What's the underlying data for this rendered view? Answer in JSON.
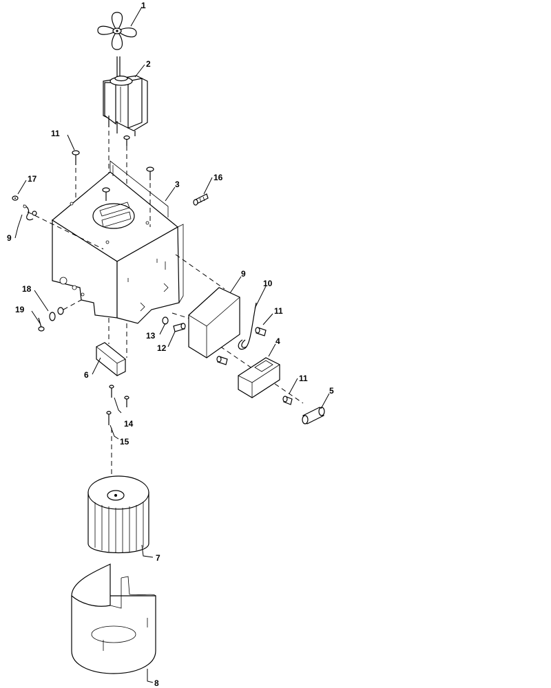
{
  "callouts": [
    {
      "id": "c1",
      "text": "1"
    },
    {
      "id": "c2",
      "text": "2"
    },
    {
      "id": "c3",
      "text": "3"
    },
    {
      "id": "c4",
      "text": "4"
    },
    {
      "id": "c5",
      "text": "5"
    },
    {
      "id": "c6",
      "text": "6"
    },
    {
      "id": "c7",
      "text": "7"
    },
    {
      "id": "c8",
      "text": "8"
    },
    {
      "id": "c9a",
      "text": "9"
    },
    {
      "id": "c9b",
      "text": "9"
    },
    {
      "id": "c10",
      "text": "10"
    },
    {
      "id": "c11a",
      "text": "11"
    },
    {
      "id": "c11b",
      "text": "11"
    },
    {
      "id": "c11c",
      "text": "11"
    },
    {
      "id": "c12",
      "text": "12"
    },
    {
      "id": "c13",
      "text": "13"
    },
    {
      "id": "c14",
      "text": "14"
    },
    {
      "id": "c15",
      "text": "15"
    },
    {
      "id": "c16",
      "text": "16"
    },
    {
      "id": "c17",
      "text": "17"
    },
    {
      "id": "c18",
      "text": "18"
    },
    {
      "id": "c19",
      "text": "19"
    }
  ]
}
